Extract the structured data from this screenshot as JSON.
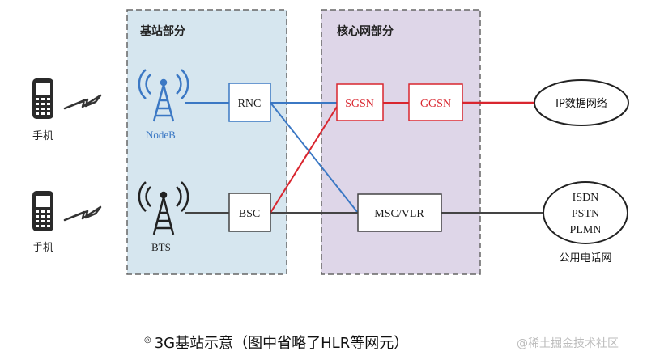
{
  "base_station_zone": {
    "title": "基站部分"
  },
  "core_network_zone": {
    "title": "核心网部分"
  },
  "devices": {
    "phone_top": "手机",
    "phone_bottom": "手机"
  },
  "towers": {
    "nodeb": "NodeB",
    "bts": "BTS"
  },
  "nodes": {
    "rnc": "RNC",
    "bsc": "BSC",
    "sgsn": "SGSN",
    "ggsn": "GGSN",
    "msc_vlr": "MSC/VLR"
  },
  "external": {
    "ip_network": "IP数据网络",
    "public_networks": [
      "ISDN",
      "PSTN",
      "PLMN"
    ],
    "public_network_label": "公用电话网"
  },
  "caption": {
    "mark": "◎",
    "text": "3G基站示意（图中省略了HLR等网元）"
  },
  "watermark": "@稀土掘金技术社区",
  "colors": {
    "base_zone_fill": "#d6e6ef",
    "core_zone_fill": "#ded6e8",
    "link_blue": "#3b78c4",
    "link_red": "#d9262f",
    "link_dark": "#444444"
  }
}
